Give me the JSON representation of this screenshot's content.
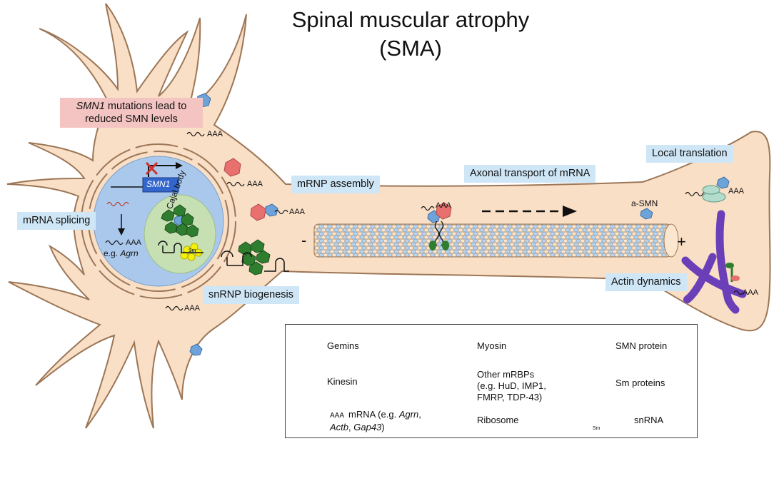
{
  "title_line1": "Spinal muscular atrophy",
  "title_line2": "(SMA)",
  "pink_label_gene": "SMN1",
  "pink_label_rest1": " mutations lead to",
  "pink_label_rest2": "reduced SMN levels",
  "labels": {
    "mrna_splicing": "mRNA splicing",
    "mrnp_assembly": "mRNP assembly",
    "axonal_transport": "Axonal transport of mRNA",
    "local_translation": "Local translation",
    "snrnp_biogenesis": "snRNP biogenesis",
    "actin_dynamics": "Actin dynamics"
  },
  "nucleus": {
    "gene_box": "SMN1",
    "cajal_body": "Cajal body",
    "eg_prefix": "e.g. ",
    "eg_gene": "Agrn",
    "sm": "Sm"
  },
  "aaa": "AAA",
  "a_smn": "a-SMN",
  "minus_sign": "-",
  "plus_sign": "+",
  "legend": {
    "gemins": "Gemins",
    "kinesin": "Kinesin",
    "mrna_prefix": "mRNA (e.g. ",
    "mrna_agrn": "Agrn",
    "mrna_comma": ",",
    "mrna_actb": "Actb",
    "mrna_sep": ", ",
    "mrna_gap43": "Gap43",
    "mrna_suffix": ")",
    "myosin": "Myosin",
    "other_mrbps_1": "Other mRBPs",
    "other_mrbps_2": "(e.g. HuD, IMP1,",
    "other_mrbps_3": "FMRP, TDP-43)",
    "ribosome": "Ribosome",
    "smn_protein": "SMN protein",
    "sm_proteins": "Sm proteins",
    "snrna": "snRNA",
    "snrna_sm": "Sm"
  },
  "colors": {
    "cell_fill": "#f9dfc6",
    "cell_stroke": "#9c7656",
    "nucleus": "#a9c8ec",
    "cajal": "#c6e0b4",
    "smn_protein": "#6ea3da",
    "gemins": "#2f7d2f",
    "mrbp": "#e8706e",
    "sm_protein": "#f5f00a",
    "label_blue": "#cfe6f6",
    "label_pink": "#f3c4c2",
    "actin": "#6a3fb8",
    "ribosome": "#b3dccd"
  }
}
